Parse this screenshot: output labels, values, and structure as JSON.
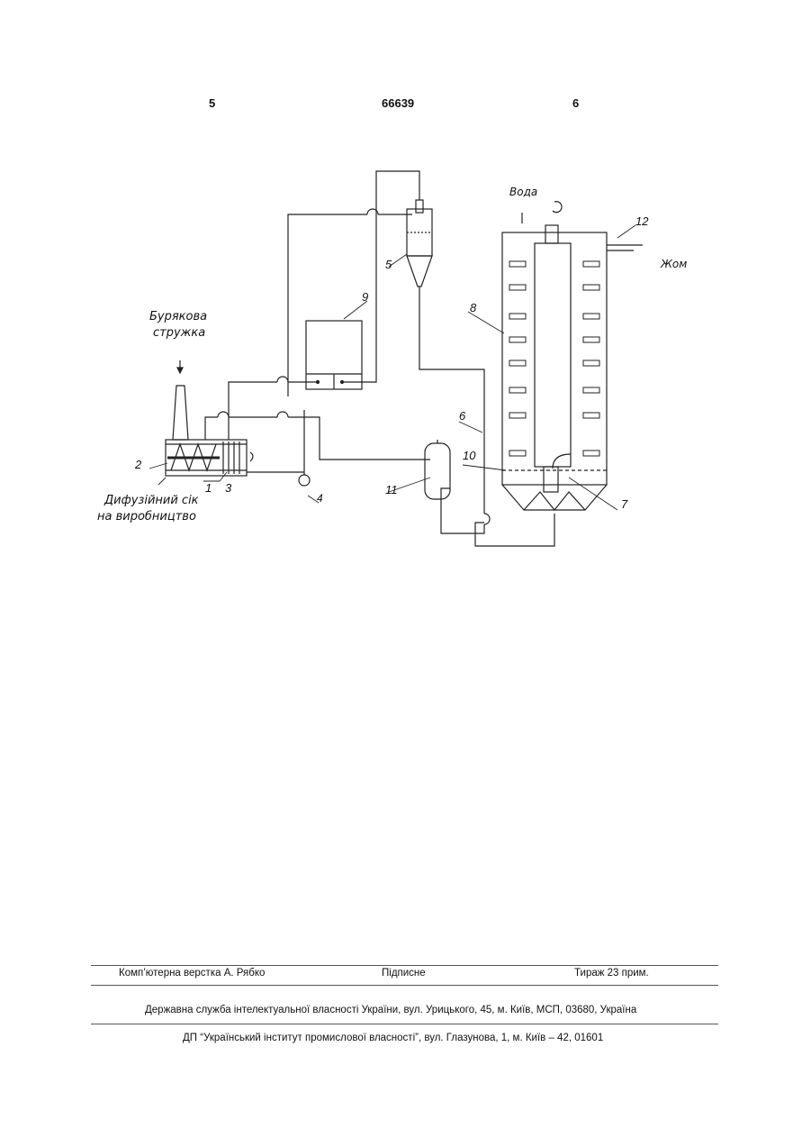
{
  "header": {
    "left_page": "5",
    "patent_number": "66639",
    "right_page": "6"
  },
  "figure": {
    "labels": {
      "beet_chips_line1": "Бурякова",
      "beet_chips_line2": "стружка",
      "water": "Вода",
      "pulp": "Жом",
      "diffusion_juice_line1": "Дифузійний сік",
      "diffusion_juice_line2": "на виробництво"
    },
    "numbers": {
      "n1": "1",
      "n2": "2",
      "n3": "3",
      "n4": "4",
      "n5": "5",
      "n6": "6",
      "n7": "7",
      "n8": "8",
      "n9": "9",
      "n10": "10",
      "n11": "11",
      "n12": "12"
    }
  },
  "footer": {
    "layout": "Комп’ютерна верстка А. Рябко",
    "signed": "Підписне",
    "circulation": "Тираж 23 прим.",
    "agency": "Державна служба інтелектуальної власності України, вул. Урицького, 45, м. Київ, МСП, 03680, Україна",
    "institute": "ДП “Український інститут промислової власності”, вул. Глазунова, 1, м. Київ – 42, 01601"
  }
}
